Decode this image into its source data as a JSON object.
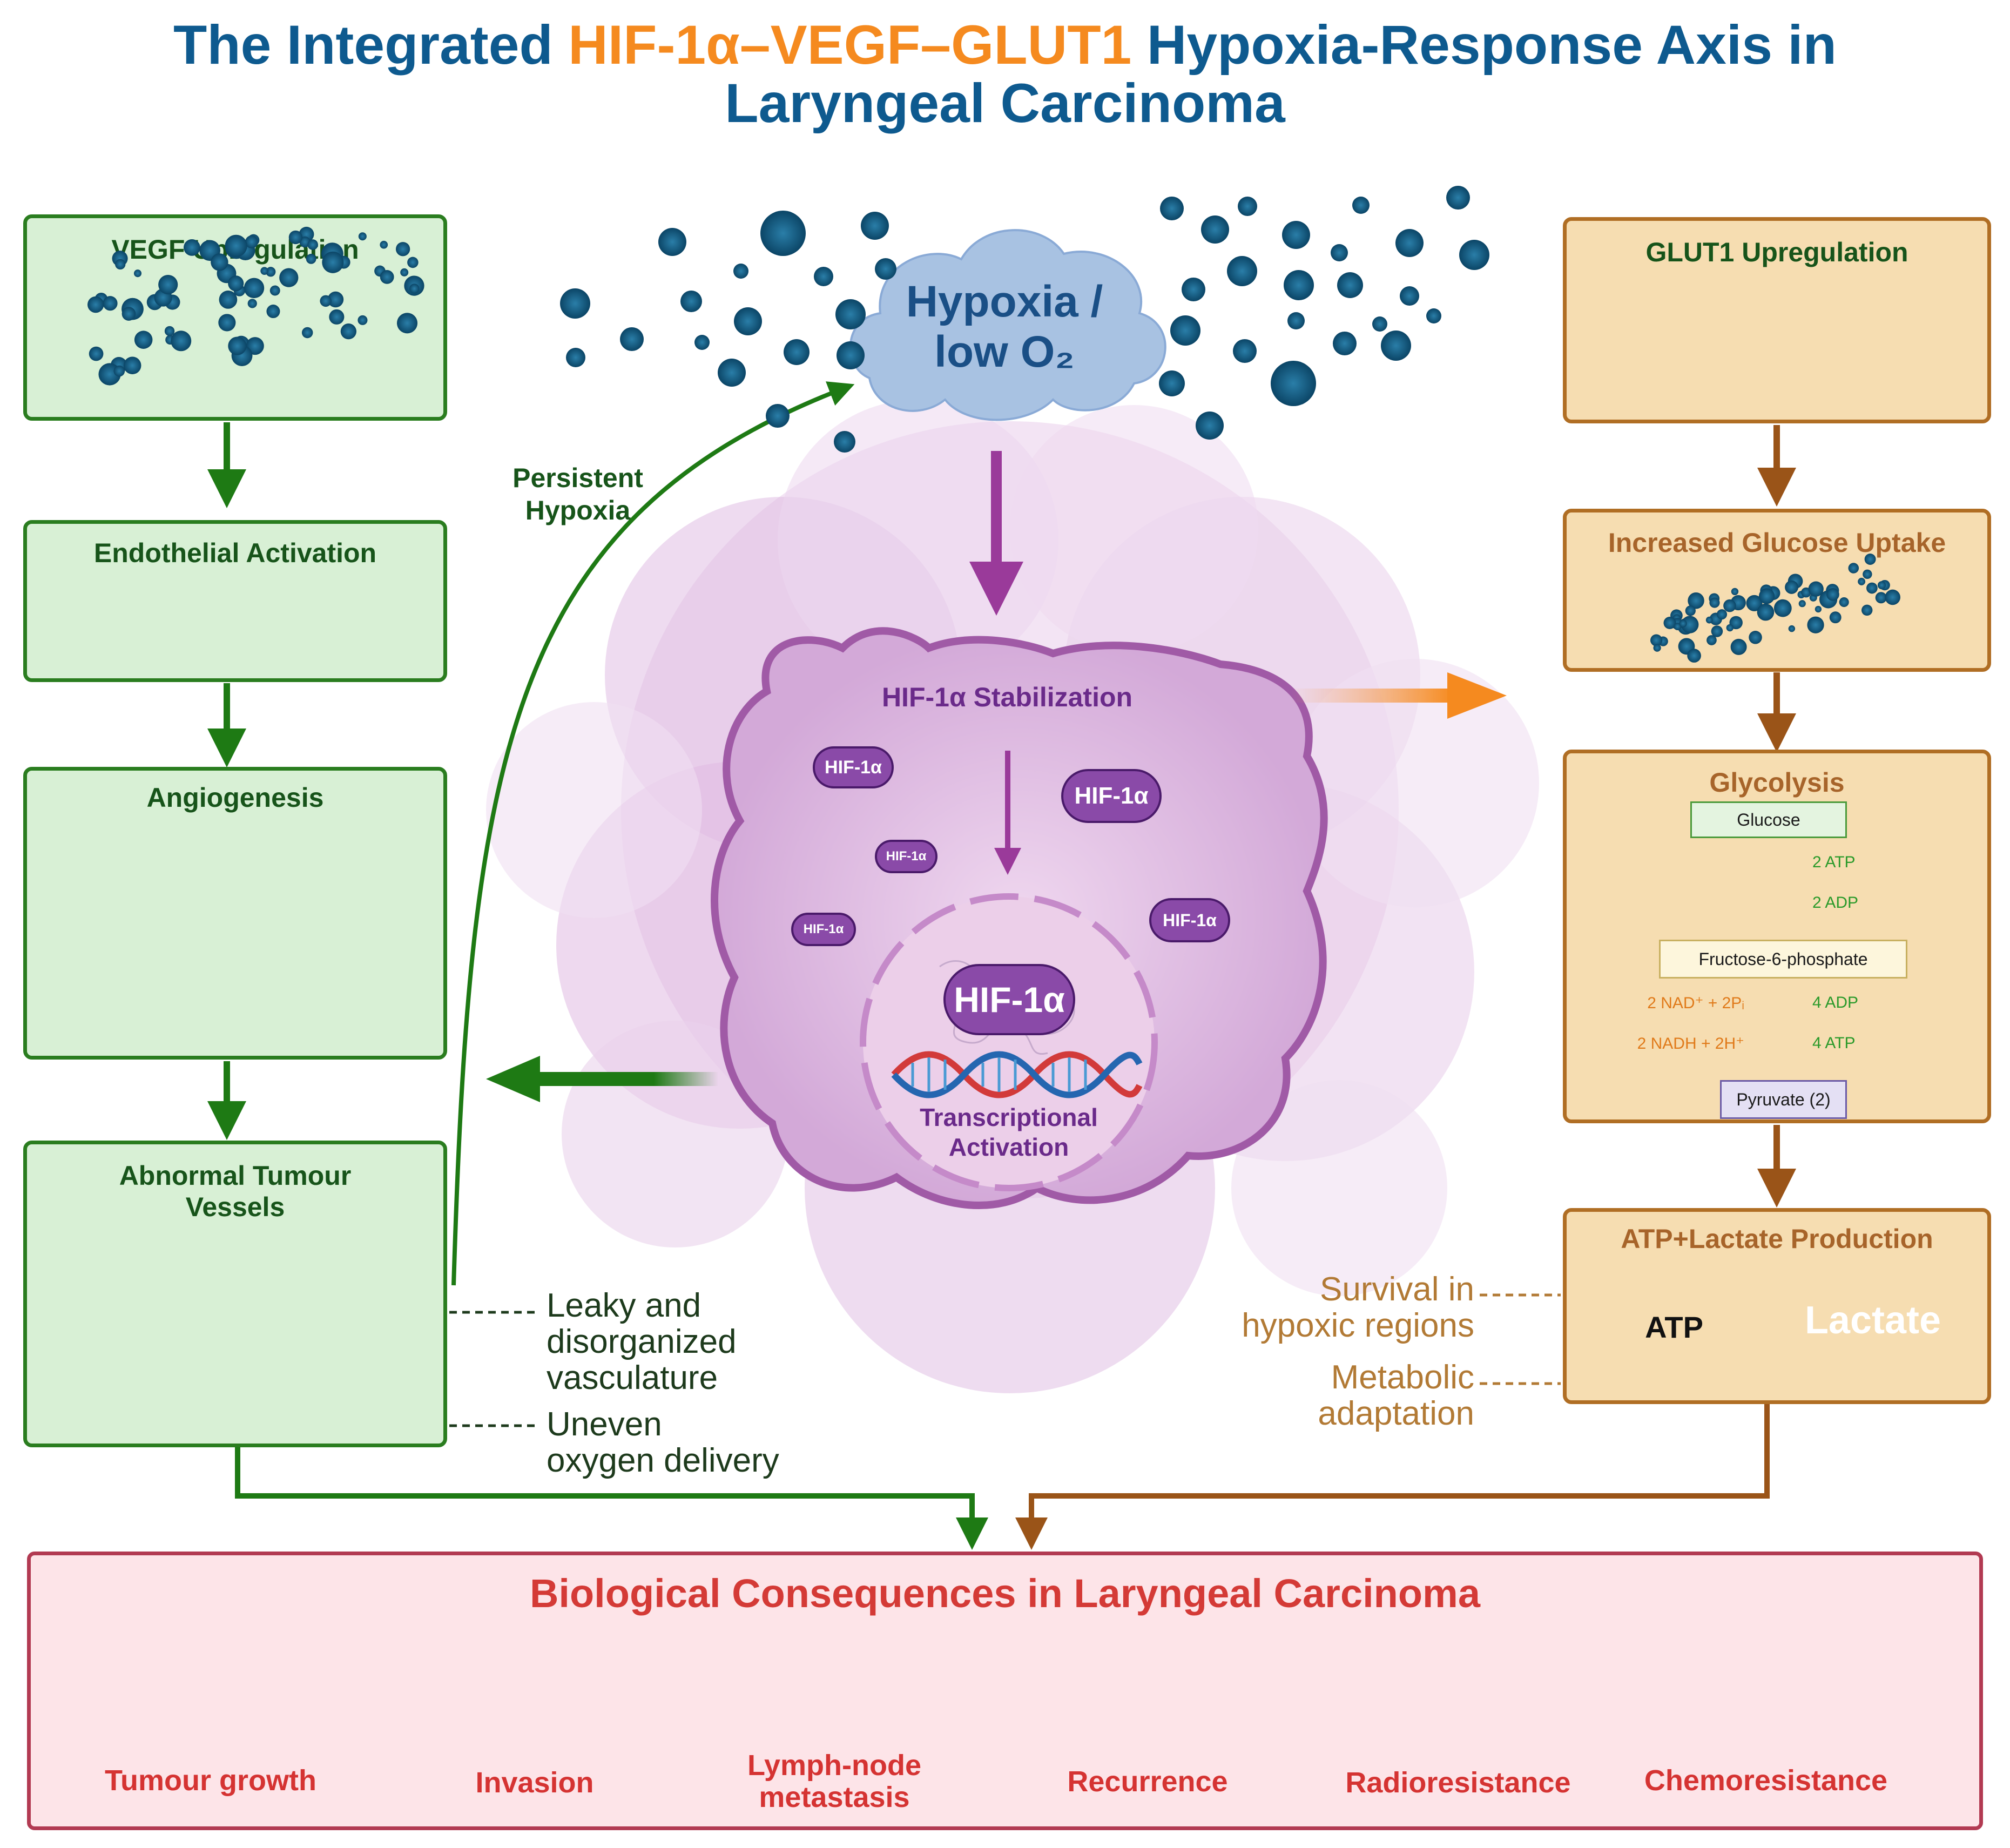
{
  "title": {
    "line1_part1": "The Integrated ",
    "line1_highlight": "HIF-1α–VEGF–GLUT1",
    "line1_part2": " Hypoxia-Response Axis in",
    "line2": "Laryngeal Carcinoma"
  },
  "colors": {
    "title_blue": "#0e5a8f",
    "title_orange": "#f58a1f",
    "green_box_fill": "#d8f0d5",
    "green_border": "#2a7d1f",
    "orange_box_fill": "#f6ddb1",
    "brown_border": "#b06e24",
    "consequence_fill": "#fde4e8",
    "consequence_red": "#d43a36",
    "hif_purple": "#8a4aa8"
  },
  "left_column": {
    "vegf": "VEGF Upregulation",
    "endothelial": "Endothelial Activation",
    "angiogenesis": "Angiogenesis",
    "abnormal_vessels": "Abnormal Tumour\nVessels"
  },
  "left_notes": {
    "leaky": "Leaky and\ndisorganized\nvasculature",
    "uneven": "Uneven\noxygen delivery"
  },
  "feedback_label": "Persistent\nHypoxia",
  "hypoxia": {
    "line1": "Hypoxia /",
    "line2": "low O₂"
  },
  "center": {
    "stabilization": "HIF-1α Stabilization",
    "hif_label": "HIF-1α",
    "transcription": "Transcriptional\nActivation"
  },
  "right_column": {
    "glut1": "GLUT1 Upregulation",
    "uptake": "Increased Glucose Uptake",
    "glycolysis": "Glycolysis",
    "atp_lactate": "ATP+Lactate Production"
  },
  "glycolysis_steps": {
    "glucose": "Glucose",
    "atp2": "2 ATP",
    "adp2": "2 ADP",
    "f6p": "Fructose-6-phosphate",
    "nad": "2 NAD⁺ + 2Pᵢ",
    "nadh": "2 NADH + 2H⁺",
    "adp4": "4 ADP",
    "atp4": "4 ATP",
    "pyruvate": "Pyruvate (2)"
  },
  "products": {
    "atp": "ATP",
    "lactate": "Lactate"
  },
  "right_notes": {
    "survival": "Survival in\nhypoxic regions",
    "metabolic": "Metabolic\nadaptation"
  },
  "consequences": {
    "title": "Biological Consequences in Laryngeal Carcinoma",
    "items": [
      {
        "label": "Tumour growth",
        "icon": "tumour-cluster-icon"
      },
      {
        "label": "Invasion",
        "icon": "invasion-tissue-icon"
      },
      {
        "label": "Lymph-node\nmetastasis",
        "icon": "migrating-cells-icon"
      },
      {
        "label": "Recurrence",
        "icon": "recycle-arrows-icon"
      },
      {
        "label": "Radioresistance",
        "icon": "radiation-icon"
      },
      {
        "label": "Chemoresistance",
        "icon": "drug-capsules-icon"
      }
    ]
  }
}
